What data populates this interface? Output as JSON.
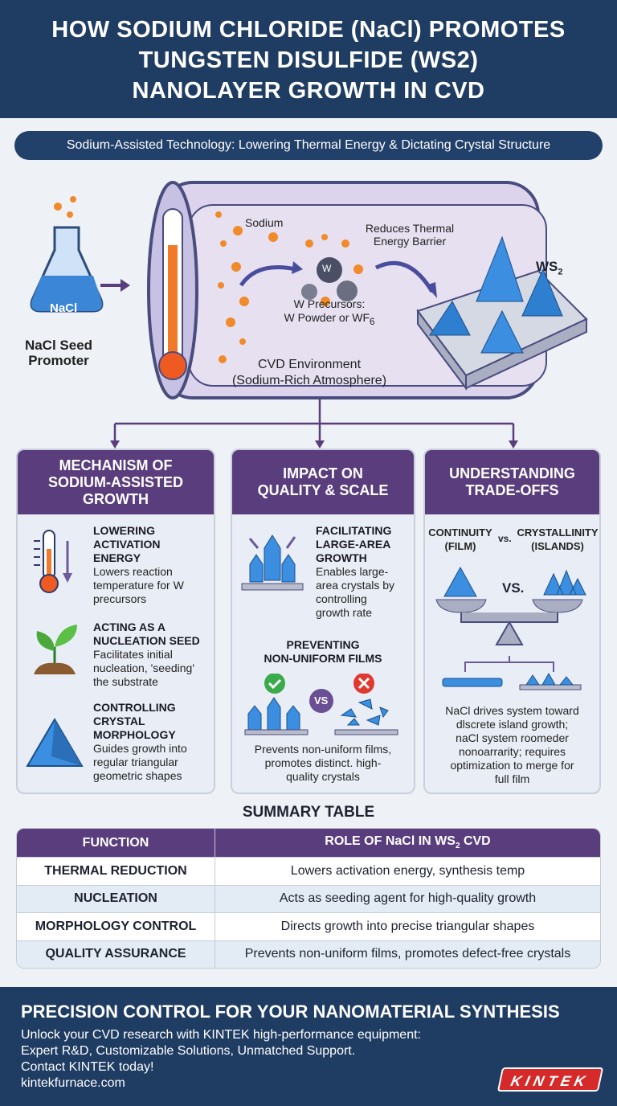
{
  "header": {
    "title_lines": [
      "HOW SODIUM CHLORIDE (NaCl) PROMOTES",
      "TUNGSTEN DISULFIDE (WS2)",
      "NANOLAYER GROWTH IN CVD"
    ]
  },
  "subtitle": "Sodium-Assisted Technology: Lowering Thermal Energy & Dictating Crystal Structure",
  "diagram": {
    "flask_label": "NaCl",
    "promoter_label": [
      "NaCl Seed",
      "Promoter"
    ],
    "sodium": "Sodium",
    "w_atom": "W",
    "reduces": [
      "Reduces Thermal",
      "Energy Barrier"
    ],
    "precursors": [
      "W Precursors:",
      "W Powder or WF",
      "6"
    ],
    "product": "WS",
    "product_sub": "2",
    "env": [
      "CVD Environment",
      "(Sodium-Rich Atmosphere)"
    ]
  },
  "cards": [
    {
      "title": [
        "MECHANISM OF",
        "SODIUM-ASSISTED",
        "GROWTH"
      ],
      "items": [
        {
          "icon": "thermometer-down-icon",
          "title": [
            "LOWERING",
            "ACTIVATION",
            "ENERGY"
          ],
          "text": [
            "Lowers reaction",
            "temperature for W",
            "precursors"
          ]
        },
        {
          "icon": "sprout-icon",
          "title": [
            "ACTING AS A",
            "NUCLEATION SEED"
          ],
          "text": [
            "Facilitates initial",
            "nucleation, 'seeding'",
            "the substrate"
          ]
        },
        {
          "icon": "triangle-crystal-icon",
          "title": [
            "CONTROLLING",
            "CRYSTAL",
            "MORPHOLOGY"
          ],
          "text": [
            "Guides growth into",
            "regular triangular",
            "geometric shapes"
          ]
        }
      ]
    },
    {
      "title": [
        "IMPACT ON",
        "QUALITY & SCALE"
      ],
      "items": [
        {
          "icon": "crystal-cluster-icon",
          "title": [
            "FACILITATING",
            "LARGE-AREA",
            "GROWTH"
          ],
          "text": [
            "Enables large-",
            "area crystals by",
            "controlling",
            "growth rate"
          ]
        },
        {
          "title": [
            "PREVENTING",
            "NON-UNIFORM FILMS"
          ],
          "vs": "VS",
          "text": [
            "Prevents non-uniform films,",
            "promotes distinct. high-",
            "quality crystals"
          ]
        }
      ]
    },
    {
      "title": [
        "UNDERSTANDING",
        "TRADE-OFFS"
      ],
      "left": [
        "CONTINUITY",
        "(FILM)"
      ],
      "vs_small": "vs.",
      "right": [
        "CRYSTALLINITY",
        "(ISLANDS)"
      ],
      "vs_big": "VS.",
      "text": [
        "NaCl drives system toward",
        "dlscrete island growth;",
        "naCl system roomeder",
        "nonoarrarity; requires",
        "optimization to merge for",
        "full film"
      ]
    }
  ],
  "summary": {
    "title": "SUMMARY TABLE",
    "headers": [
      "FUNCTION",
      "ROLE OF NaCl IN WS",
      "2",
      " CVD"
    ],
    "rows": [
      {
        "function": "THERMAL REDUCTION",
        "role": "Lowers activation energy, synthesis temp"
      },
      {
        "function": "NUCLEATION",
        "role": "Acts as seeding agent for high-quality growth"
      },
      {
        "function": "MORPHOLOGY CONTROL",
        "role": "Directs growth into precise triangular shapes"
      },
      {
        "function": "QUALITY ASSURANCE",
        "role": "Prevents non-uniform films, promotes defect-free crystals"
      }
    ]
  },
  "footer": {
    "title": "PRECISION CONTROL FOR YOUR NANOMATERIAL SYNTHESIS",
    "lines": [
      "Unlock your CVD research with KINTEK high-performance equipment:",
      "Expert R&D, Customizable Solutions, Unmatched Support.",
      "Contact KINTEK today!",
      "kintekfurnace.com"
    ],
    "logo": "KINTEK"
  },
  "colors": {
    "header_bg": "#1f3c63",
    "card_header": "#5a3d7c",
    "accent_orange": "#f08a2a",
    "crystal_blue": "#2f7fd0",
    "logo_red": "#d62a2a"
  }
}
